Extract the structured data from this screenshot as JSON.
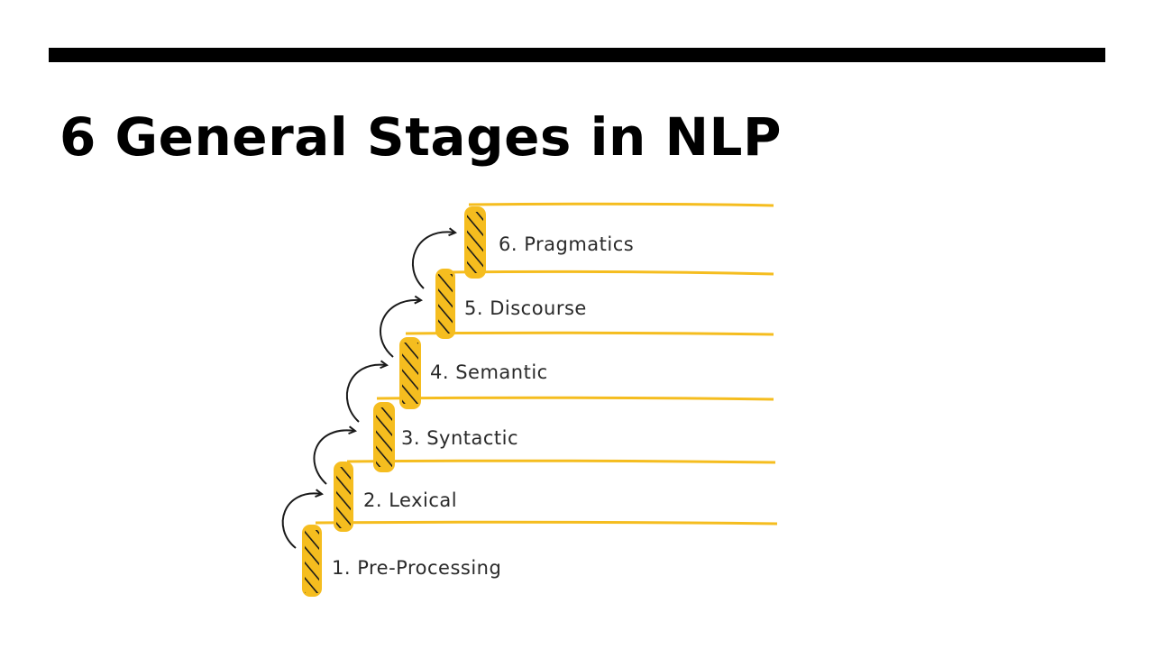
{
  "slide": {
    "title": "6 General Stages in NLP"
  },
  "colors": {
    "accent": "#F5BD1F",
    "rule": "#000000",
    "ink": "#1a1a1a"
  },
  "stages": [
    {
      "label": "1. Pre-Processing"
    },
    {
      "label": "2. Lexical"
    },
    {
      "label": "3. Syntactic"
    },
    {
      "label": "4. Semantic"
    },
    {
      "label": "5. Discourse"
    },
    {
      "label": "6. Pragmatics"
    }
  ]
}
